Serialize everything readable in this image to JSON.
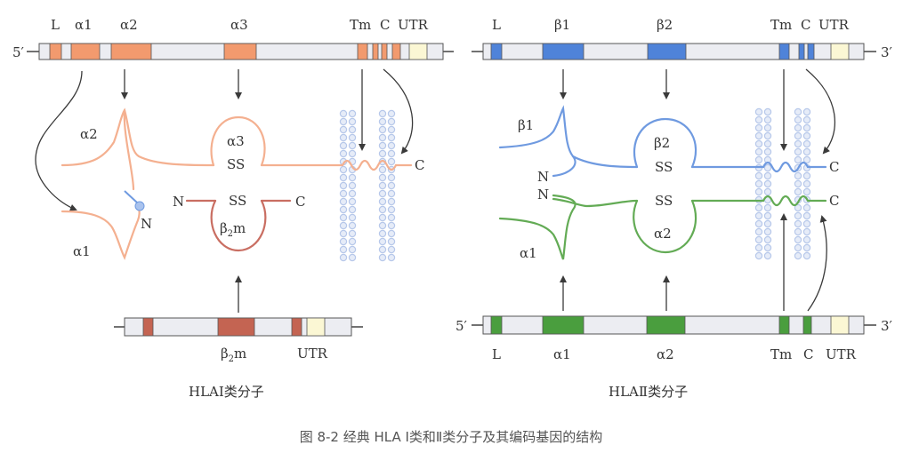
{
  "colors": {
    "class1_protein": "#f4b090",
    "class1_exon": "#f29a6e",
    "b2m_protein": "#c96e62",
    "b2m_exon": "#c46452",
    "beta_chain": "#6f9ae0",
    "beta_exon": "#4f83d9",
    "alpha_chain_ii": "#63ab55",
    "alpha_exon_ii": "#4a9e3e",
    "membrane": "#b7c8ea",
    "utr": "#fbf7d4",
    "gene_bar": "#ecedf2",
    "arrow": "#3a3a3a"
  },
  "class1": {
    "gene": {
      "five_prime": "5′",
      "labels": {
        "L": "L",
        "a1": "α1",
        "a2": "α2",
        "a3": "α3",
        "tm": "Tm",
        "c": "C",
        "utr": "UTR"
      }
    },
    "protein": {
      "a2": "α2",
      "a1": "α1",
      "a3": "α3",
      "ss_heavy": "SS",
      "n_term": "N",
      "c_term": "C",
      "b2m_n": "N",
      "b2m_ss": "SS",
      "b2m_c": "C",
      "b2m_base": "β",
      "b2m_sub": "2",
      "b2m_m": "m"
    },
    "b2m_gene": {
      "base": "β",
      "sub": "2",
      "m": "m",
      "utr": "UTR"
    },
    "title": "HLAⅠ类分子"
  },
  "class2": {
    "beta_gene": {
      "three_prime": "3′",
      "labels": {
        "L": "L",
        "b1": "β1",
        "b2": "β2",
        "tm": "Tm",
        "c": "C",
        "utr": "UTR"
      }
    },
    "protein": {
      "b1": "β1",
      "b2": "β2",
      "ss_beta": "SS",
      "n_beta": "N",
      "c_beta": "C",
      "n_alpha": "N",
      "ss_alpha": "SS",
      "c_alpha": "C",
      "a1": "α1",
      "a2": "α2"
    },
    "alpha_gene": {
      "five_prime": "5′",
      "three_prime": "3′",
      "labels": {
        "L": "L",
        "a1": "α1",
        "a2": "α2",
        "tm": "Tm",
        "c": "C",
        "utr": "UTR"
      }
    },
    "title": "HLAⅡ类分子"
  },
  "caption": "图 8-2   经典 HLA Ⅰ类和Ⅱ类分子及其编码基因的结构"
}
